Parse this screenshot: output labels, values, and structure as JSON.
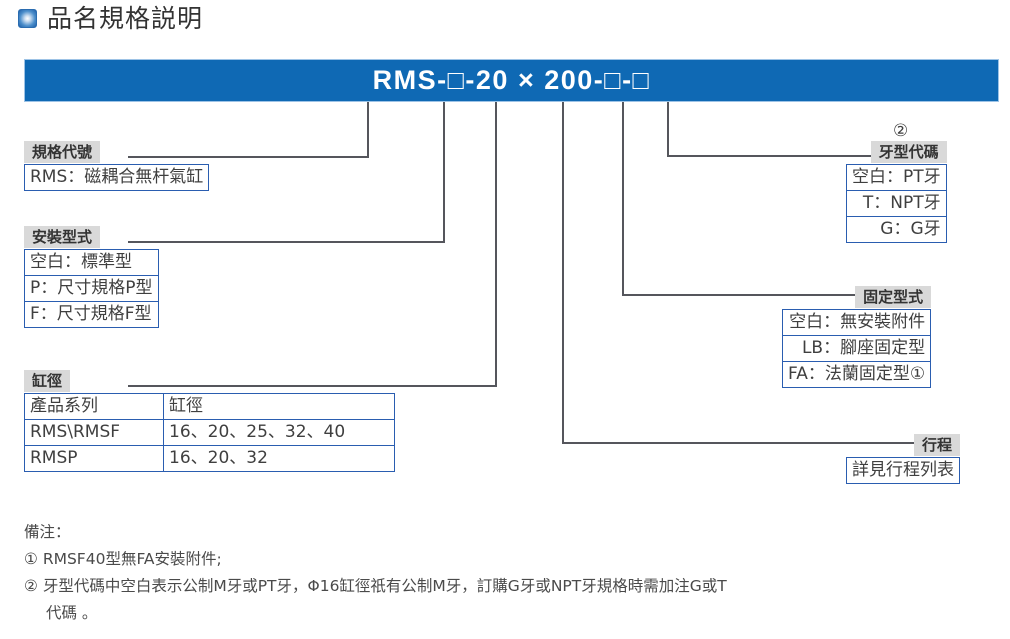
{
  "page": {
    "title": "品名規格説明",
    "title_icon": "blue-square-bullet-icon"
  },
  "code_bar": {
    "code": "RMS-□-20 × 200-□-□",
    "background_color": "#0f69b4"
  },
  "marker_two": "②",
  "groups": {
    "spec_code": {
      "title": "規格代號",
      "rows": [
        [
          "RMS：磁耦合無杆氣缸"
        ]
      ]
    },
    "mount_type": {
      "title": "安裝型式",
      "rows": [
        [
          "空白：標準型"
        ],
        [
          "P：尺寸規格P型"
        ],
        [
          "F：尺寸規格F型"
        ]
      ]
    },
    "bore": {
      "title": "缸徑",
      "headers": [
        "產品系列",
        "缸徑"
      ],
      "rows": [
        [
          "RMS\\RMSF",
          "16、20、25、32、40"
        ],
        [
          "RMSP",
          "16、20、32"
        ]
      ]
    },
    "thread_code": {
      "title": "牙型代碼",
      "rows": [
        [
          "空白：PT牙"
        ],
        [
          "T：NPT牙"
        ],
        [
          "G：G牙"
        ]
      ]
    },
    "fixing_type": {
      "title": "固定型式",
      "rows": [
        [
          "空白：無安裝附件"
        ],
        [
          "LB：腳座固定型"
        ],
        [
          "FA：法蘭固定型①"
        ]
      ]
    },
    "stroke": {
      "title": "行程",
      "rows": [
        [
          "詳見行程列表"
        ]
      ]
    }
  },
  "notes": {
    "heading": "備注：",
    "items": [
      "① RMSF40型無FA安裝附件;",
      "② 牙型代碼中空白表示公制M牙或PT牙，Φ16缸徑祇有公制M牙，訂購G牙或NPT牙規格時需加注G或T",
      "代碼 。"
    ]
  }
}
